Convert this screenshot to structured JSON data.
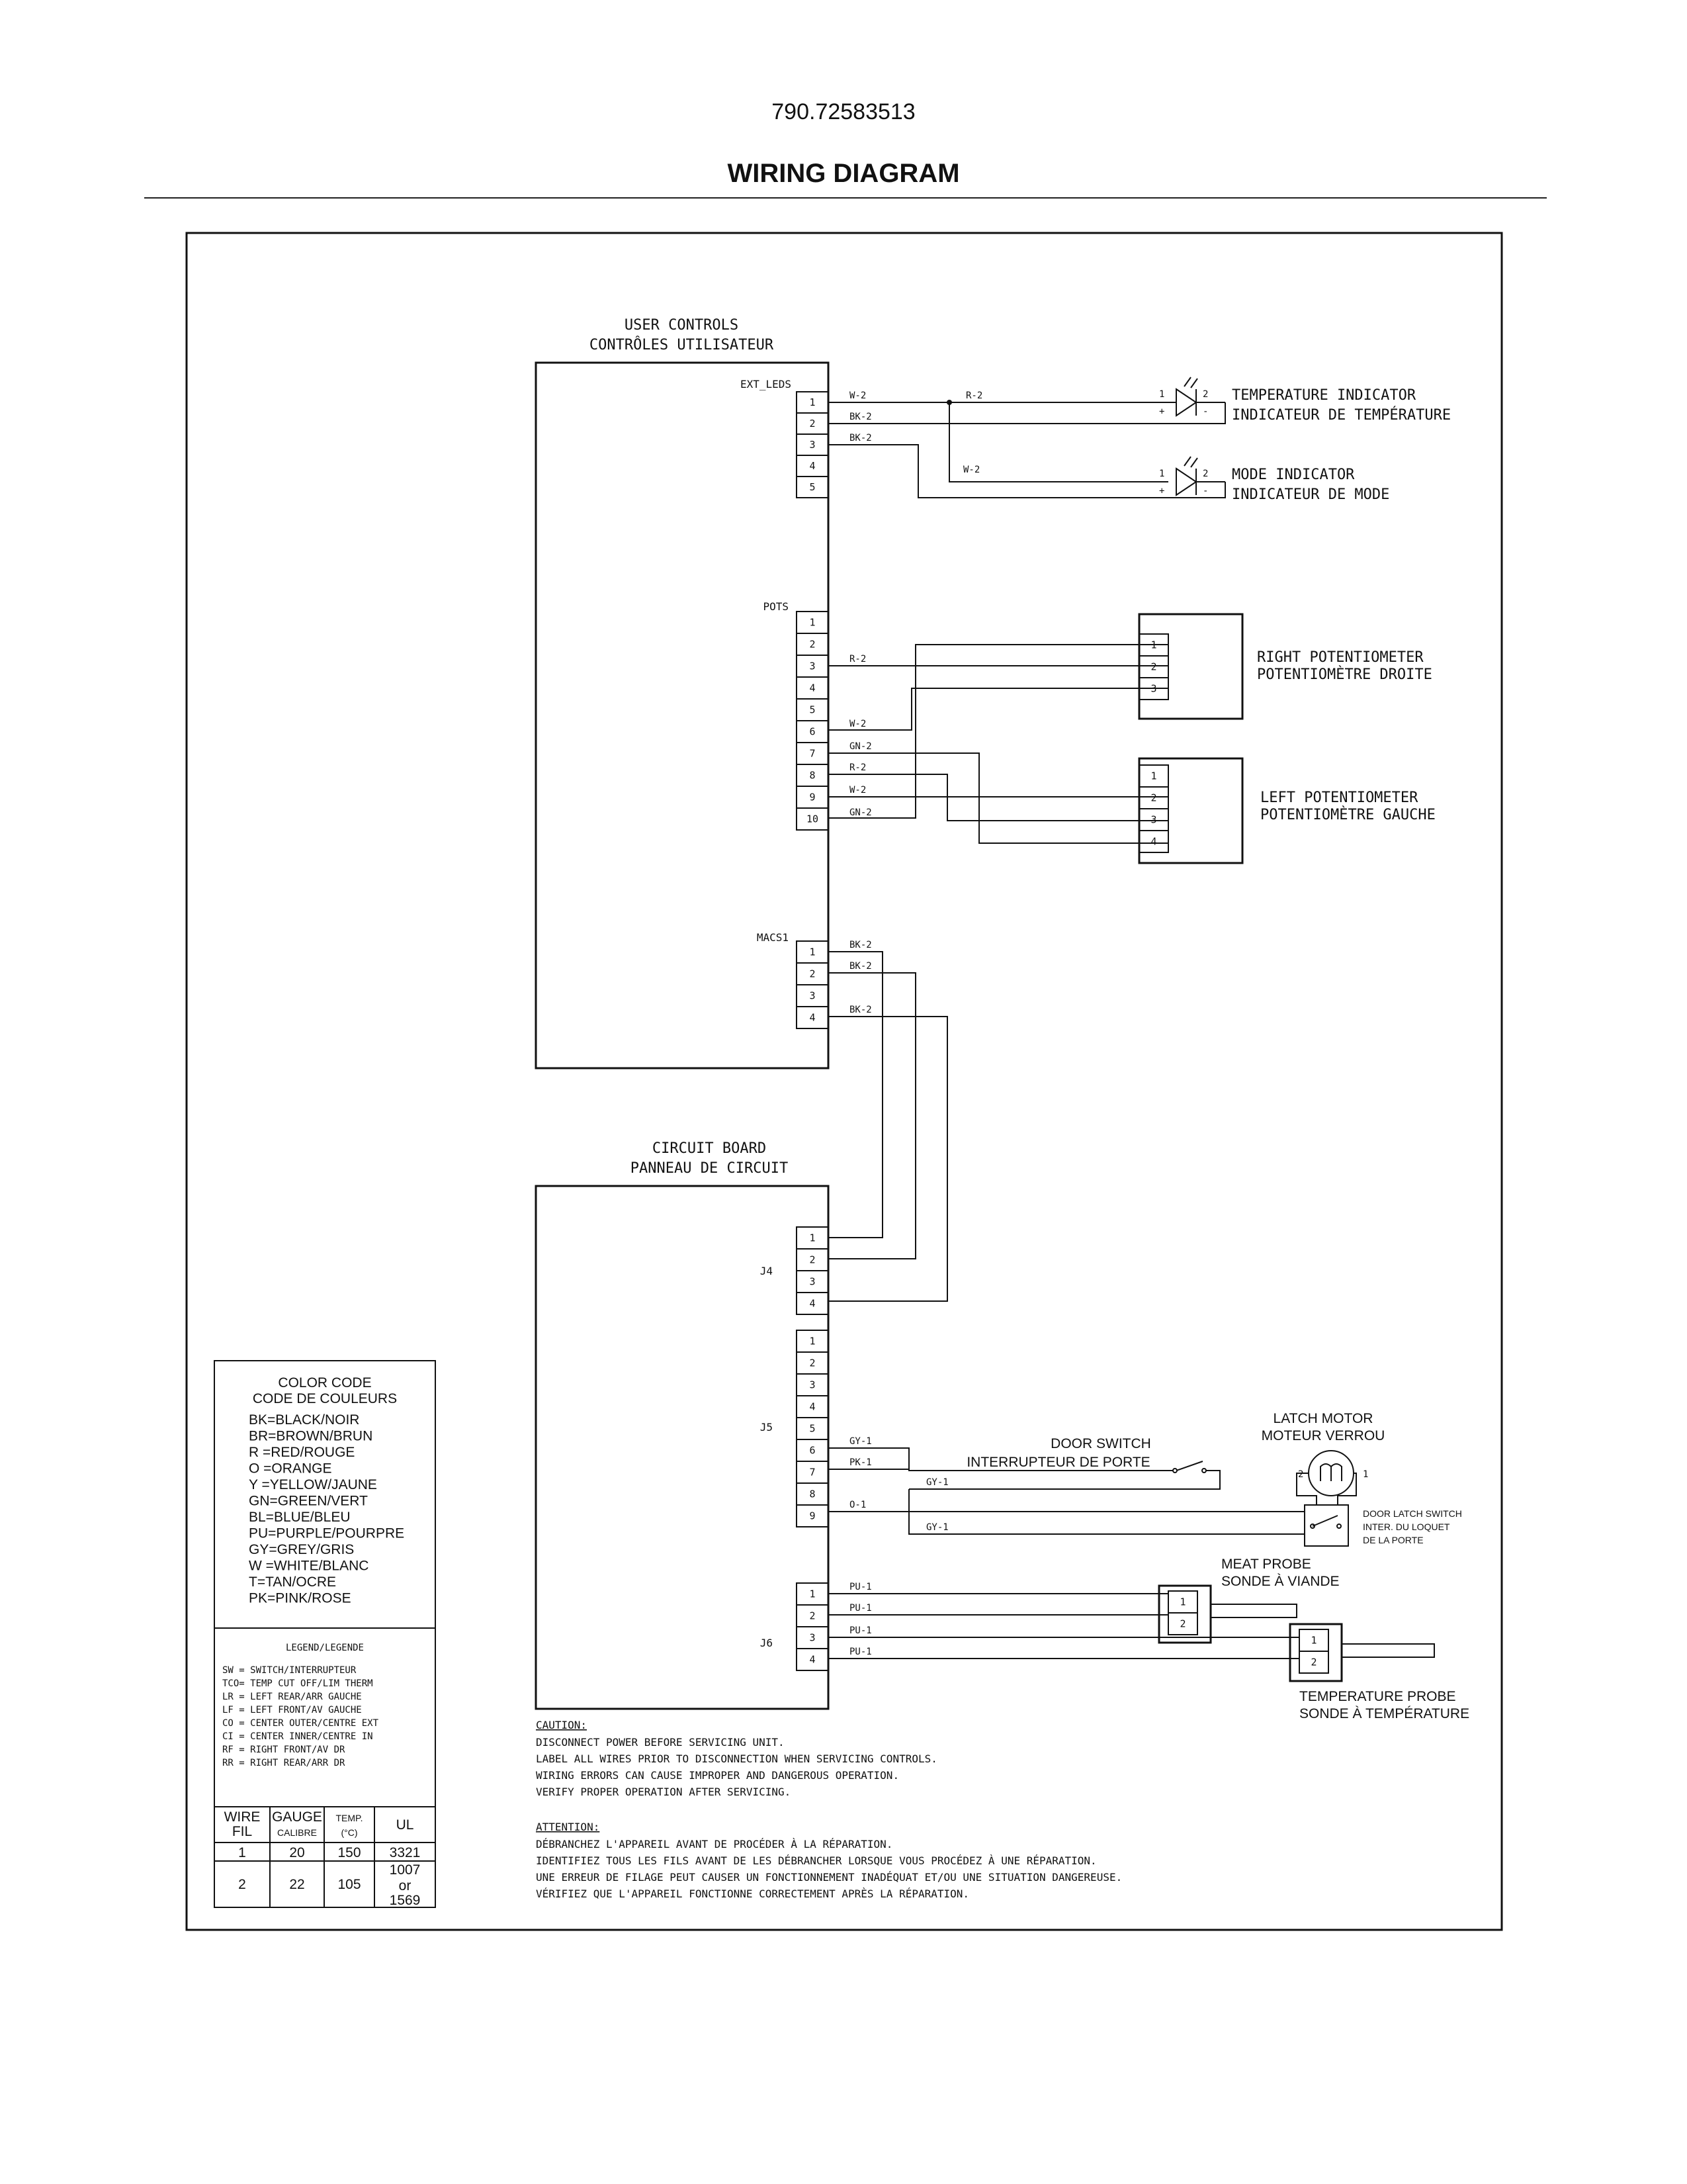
{
  "doc_number": "790.72583513",
  "doc_title": "WIRING DIAGRAM",
  "user_controls": {
    "title_en": "USER CONTROLS",
    "title_fr": "CONTRÔLES UTILISATEUR",
    "ext_leds_label": "EXT_LEDS",
    "pots_label": "POTS",
    "macs1_label": "MACS1",
    "ext_leds_pins": [
      "1",
      "2",
      "3",
      "4",
      "5"
    ],
    "pots_pins": [
      "1",
      "2",
      "3",
      "4",
      "5",
      "6",
      "7",
      "8",
      "9",
      "10"
    ],
    "macs1_pins": [
      "1",
      "2",
      "3",
      "4"
    ]
  },
  "circuit_board": {
    "title_en": "CIRCUIT BOARD",
    "title_fr": "PANNEAU DE CIRCUIT",
    "j4_label": "J4",
    "j5_label": "J5",
    "j6_label": "J6",
    "j4_pins": [
      "1",
      "2",
      "3",
      "4"
    ],
    "j5_pins": [
      "1",
      "2",
      "3",
      "4",
      "5",
      "6",
      "7",
      "8",
      "9"
    ],
    "j6_pins": [
      "1",
      "2",
      "3",
      "4"
    ]
  },
  "wires": {
    "ext_w2": "W-2",
    "ext_bk2_a": "BK-2",
    "ext_bk2_b": "BK-2",
    "ext_r2": "R-2",
    "ext_w2_mode": "W-2",
    "pots_r2": "R-2",
    "pots_w2_a": "W-2",
    "pots_gn2_a": "GN-2",
    "pots_r2_b": "R-2",
    "pots_w2_b": "W-2",
    "pots_gn2_b": "GN-2",
    "macs_bk2_a": "BK-2",
    "macs_bk2_b": "BK-2",
    "macs_bk2_c": "BK-2",
    "j5_gy1": "GY-1",
    "j5_pk1": "PK-1",
    "j5_gy1_b": "GY-1",
    "j5_o1": "O-1",
    "j5_gy1_c": "GY-1",
    "j6_pu1_a": "PU-1",
    "j6_pu1_b": "PU-1",
    "j6_pu1_c": "PU-1",
    "j6_pu1_d": "PU-1"
  },
  "components": {
    "temp_indicator_en": "TEMPERATURE INDICATOR",
    "temp_indicator_fr": "INDICATEUR DE TEMPÉRATURE",
    "mode_indicator_en": "MODE INDICATOR",
    "mode_indicator_fr": "INDICATEUR DE MODE",
    "right_pot_en": "RIGHT POTENTIOMETER",
    "right_pot_fr": "POTENTIOMÈTRE DROITE",
    "left_pot_en": "LEFT POTENTIOMETER",
    "left_pot_fr": "POTENTIOMÈTRE GAUCHE",
    "right_pot_pins": [
      "1",
      "2",
      "3"
    ],
    "left_pot_pins": [
      "1",
      "2",
      "3",
      "4"
    ],
    "door_switch_en": "DOOR SWITCH",
    "door_switch_fr": "INTERRUPTEUR DE PORTE",
    "latch_motor_en": "LATCH MOTOR",
    "latch_motor_fr": "MOTEUR VERROU",
    "motor_pin_left": "2",
    "motor_pin_right": "1",
    "door_latch_switch_1": "DOOR LATCH SWITCH",
    "door_latch_switch_2": "INTER. DU LOQUET",
    "door_latch_switch_3": "DE LA PORTE",
    "meat_probe_en": "MEAT PROBE",
    "meat_probe_fr": "SONDE À VIANDE",
    "temp_probe_en": "TEMPERATURE PROBE",
    "temp_probe_fr": "SONDE À TEMPÉRATURE",
    "probe_pins": [
      "1",
      "2"
    ],
    "led_pin_1": "1",
    "led_pin_2": "2",
    "led_plus": "+",
    "led_minus": "-"
  },
  "color_code": {
    "title_en": "COLOR CODE",
    "title_fr": "CODE DE COULEURS",
    "entries": [
      "BK=BLACK/NOIR",
      "BR=BROWN/BRUN",
      "R  =RED/ROUGE",
      "O  =ORANGE",
      "Y  =YELLOW/JAUNE",
      "GN=GREEN/VERT",
      "BL=BLUE/BLEU",
      "PU=PURPLE/POURPRE",
      "GY=GREY/GRIS",
      "W  =WHITE/BLANC",
      "T=TAN/OCRE",
      "PK=PINK/ROSE"
    ]
  },
  "legend": {
    "title": "LEGEND/LEGENDE",
    "entries": [
      "SW = SWITCH/INTERRUPTEUR",
      "TCO= TEMP CUT OFF/LIM THERM",
      "LR = LEFT REAR/ARR GAUCHE",
      "LF = LEFT FRONT/AV GAUCHE",
      "CO = CENTER OUTER/CENTRE EXT",
      "CI = CENTER INNER/CENTRE IN",
      "RF = RIGHT FRONT/AV DR",
      "RR = RIGHT REAR/ARR DR"
    ]
  },
  "wire_table": {
    "head_wire_1": "WIRE",
    "head_wire_2": "FIL",
    "head_gauge_1": "GAUGE",
    "head_gauge_2": "CALIBRE",
    "head_temp_1": "TEMP.",
    "head_temp_2": "(°C)",
    "head_ul": "UL",
    "row1": {
      "wire": "1",
      "gauge": "20",
      "temp": "150",
      "ul": "3321"
    },
    "row2": {
      "wire": "2",
      "gauge": "22",
      "temp": "105",
      "ul_1": "1007",
      "ul_2": "or",
      "ul_3": "1569"
    }
  },
  "caution": {
    "title": "CAUTION:",
    "lines": [
      "DISCONNECT POWER BEFORE SERVICING UNIT.",
      "LABEL ALL WIRES PRIOR TO DISCONNECTION WHEN SERVICING CONTROLS.",
      "WIRING ERRORS CAN CAUSE IMPROPER AND DANGEROUS OPERATION.",
      "VERIFY PROPER OPERATION AFTER SERVICING."
    ]
  },
  "attention": {
    "title": "ATTENTION:",
    "lines": [
      "DÉBRANCHEZ L'APPAREIL AVANT DE PROCÉDER À LA RÉPARATION.",
      "IDENTIFIEZ TOUS LES FILS AVANT DE LES DÉBRANCHER LORSQUE VOUS PROCÉDEZ À UNE RÉPARATION.",
      "UNE ERREUR DE FILAGE PEUT CAUSER UN FONCTIONNEMENT INADÉQUAT ET/OU UNE SITUATION DANGEREUSE.",
      "VÉRIFIEZ QUE L'APPAREIL FONCTIONNE CORRECTEMENT APRÈS LA RÉPARATION."
    ]
  }
}
